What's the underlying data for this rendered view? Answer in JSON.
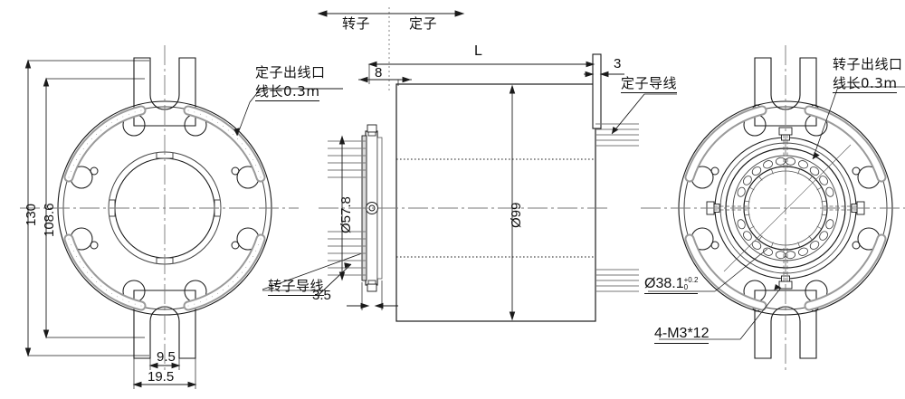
{
  "drawing": {
    "type": "slip-ring-engineering-drawing",
    "views": [
      {
        "name": "left-face-view",
        "title": "rotor end face"
      },
      {
        "name": "center-section-view",
        "title": "longitudinal section"
      },
      {
        "name": "right-face-view",
        "title": "stator end face"
      }
    ]
  },
  "axis_labels": {
    "rotor": "转子",
    "stator": "定子"
  },
  "callouts": {
    "stator_outlet": {
      "line1": "定子出线口",
      "line2": "线长0.3m"
    },
    "rotor_outlet": {
      "line1": "转子出线口",
      "line2": "线长0.3m"
    },
    "rotor_wire": "转子导线",
    "stator_wire": "定子导线",
    "screw_spec": "4-M3*12"
  },
  "dimensions": {
    "outer_diameter": "130",
    "bolt_circle": "108.6",
    "slot_width_inner": "9.5",
    "slot_width_outer": "19.5",
    "length_total": "L",
    "offset_front": "8",
    "flange_thickness_right": "3",
    "rotor_plate_thickness": "3.5",
    "rotor_diameter": "Ø57.8",
    "body_diameter": "Ø99",
    "bore_diameter_value": "Ø38.1",
    "bore_tol_upper": "+0.2",
    "bore_tol_lower": "0"
  },
  "colors": {
    "line": "#1a1a1a",
    "thin_line": "#555555",
    "track_gray": "#9a9a9a",
    "center_line": "#777777",
    "background": "#ffffff"
  }
}
